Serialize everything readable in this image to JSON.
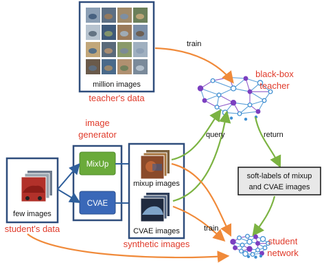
{
  "teacher_data": {
    "caption": "million images",
    "label": "teacher's data"
  },
  "blackbox_teacher": {
    "label_line1": "black-box",
    "label_line2": "teacher"
  },
  "image_generator": {
    "label_line1": "image",
    "label_line2": "generator",
    "mixup": "MixUp",
    "cvae": "CVAE"
  },
  "synthetic": {
    "mixup_caption": "mixup images",
    "cvae_caption": "CVAE images",
    "label": "synthetic images"
  },
  "student_data": {
    "caption": "few images",
    "label": "student's data"
  },
  "soft_labels": {
    "line1": "soft-labels of mixup",
    "line2": "and CVAE images"
  },
  "student_network": {
    "label_line1": "student",
    "label_line2": "network"
  },
  "arrows": {
    "train_top": "train",
    "query": "query",
    "return": "return",
    "train_bottom": "train"
  },
  "colors": {
    "box_border": "#2f4d7c",
    "red_label": "#e03a2a",
    "orange_arrow": "#f08a3a",
    "green_arrow": "#7cb342",
    "mixup_fill": "#4aa0d6",
    "cvae_fill": "#3a68b8",
    "network_blue": "#3f8fd2",
    "network_purple": "#7b3fc0"
  },
  "icons": {
    "teacher_grid": "image-grid-icon",
    "teacher_network": "neural-network-icon",
    "student_network": "neural-network-icon",
    "stacked_images": "image-stack-icon"
  }
}
